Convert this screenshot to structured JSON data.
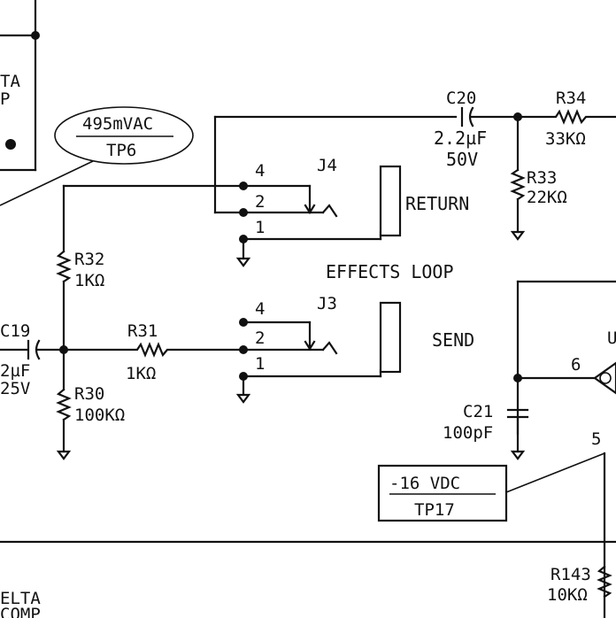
{
  "labels": {
    "tp6_value": "495mVAC",
    "tp6_name": "TP6",
    "c20_name": "C20",
    "c20_value": "2.2µF",
    "c20_volt": "50V",
    "r34_name": "R34",
    "r34_value": "33KΩ",
    "r33_name": "R33",
    "r33_value": "22KΩ",
    "j4_name": "J4",
    "j4_pin4": "4",
    "j4_pin2": "2",
    "j4_pin1": "1",
    "return_label": "RETURN",
    "effects_loop": "EFFECTS LOOP",
    "j3_name": "J3",
    "j3_pin4": "4",
    "j3_pin2": "2",
    "j3_pin1": "1",
    "send_label": "SEND",
    "r32_name": "R32",
    "r32_value": "1KΩ",
    "c19_name": "C19",
    "c19_value": "2µF",
    "c19_volt": "25V",
    "r31_name": "R31",
    "r31_value": "1KΩ",
    "r30_name": "R30",
    "r30_value": "100KΩ",
    "c21_name": "C21",
    "c21_value": "100pF",
    "pin6": "6",
    "pin5": "5",
    "tp17_value": "-16 VDC",
    "tp17_name": "TP17",
    "r143_name": "R143",
    "r143_value": "10KΩ",
    "frag_ta": "TA",
    "frag_p": "P",
    "frag_u": "U",
    "frag_elta": "ELTA",
    "frag_comp": "COMP"
  }
}
